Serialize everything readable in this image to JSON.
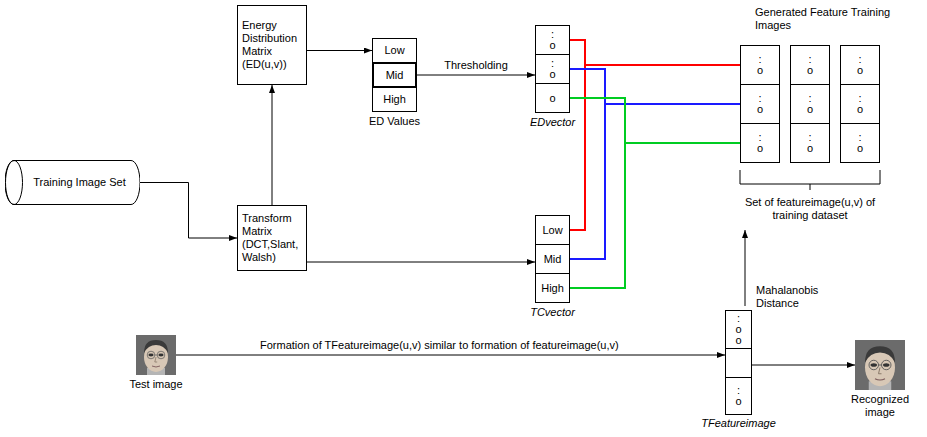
{
  "diagram": {
    "nodes": [
      {
        "text": [
          "Energy Distribution Matrix (ED(u,v))"
        ]
      },
      {
        "text": [
          "ED Values"
        ]
      },
      {
        "text": [
          "Low"
        ],
        "in": 1
      },
      {
        "text": [
          "Mid"
        ],
        "in": 1
      },
      {
        "text": [
          "High"
        ],
        "in": 1
      },
      {
        "text": [
          "Training Image Set"
        ]
      },
      {
        "text": [
          "Transform Matrix (DCT,Slant, Walsh)"
        ]
      },
      {
        "text": [
          "EDvector"
        ]
      },
      {
        "text": [
          ": o"
        ],
        "in": 7
      },
      {
        "text": [
          ": o"
        ],
        "in": 7
      },
      {
        "text": [
          "o"
        ],
        "in": 7
      },
      {
        "text": [
          "TCvector"
        ]
      },
      {
        "text": [
          "Low"
        ],
        "in": 11
      },
      {
        "text": [
          "Mid"
        ],
        "in": 11
      },
      {
        "text": [
          "High"
        ],
        "in": 11
      },
      {
        "text": [
          ": o"
        ]
      },
      {
        "text": [
          ": o"
        ]
      },
      {
        "text": [
          ": o"
        ]
      },
      {
        "text": [
          ": o"
        ]
      },
      {
        "text": [
          ": o"
        ]
      },
      {
        "text": [
          ": o"
        ]
      },
      {
        "text": [
          ": o"
        ]
      },
      {
        "text": [
          ": o"
        ]
      },
      {
        "text": [
          ": o"
        ]
      },
      {
        "text": [
          "Test image"
        ]
      },
      {
        "text": [
          "TFeatureimage"
        ]
      },
      {
        "text": [
          ": o o"
        ],
        "in": 25
      },
      {
        "text": [
          ": o"
        ],
        "in": 25
      },
      {
        "text": [
          "Recognized image"
        ]
      }
    ],
    "edges": [
      {
        "from": 5,
        "to": 6,
        "arrow": "to"
      },
      {
        "from": 6,
        "to": 0,
        "arrow": "to"
      },
      {
        "from": 0,
        "to": 1,
        "arrow": "to"
      },
      {
        "from": 3,
        "to": 7,
        "arrow": "to",
        "label": "Thresholding"
      },
      {
        "from": 6,
        "to": 11,
        "arrow": "to"
      },
      {
        "from": 8,
        "to": 15,
        "arrow": "none"
      },
      {
        "from": 12,
        "to": 15,
        "arrow": "none"
      },
      {
        "from": 9,
        "to": 16,
        "arrow": "none"
      },
      {
        "from": 13,
        "to": 16,
        "arrow": "none"
      },
      {
        "from": 10,
        "to": 17,
        "arrow": "none"
      },
      {
        "from": 14,
        "to": 17,
        "arrow": "none"
      },
      {
        "from": 24,
        "to": 25,
        "arrow": "to",
        "label": "Formation of TFeatureimage(u,v) similar to formation of featureimage(u,v)"
      },
      {
        "from": 25,
        "to": 28,
        "arrow": "to"
      }
    ],
    "labels": [
      "Generated Feature Training Images",
      "Set of featureimage(u,v) of training dataset",
      "Mahalanobis Distance"
    ]
  }
}
